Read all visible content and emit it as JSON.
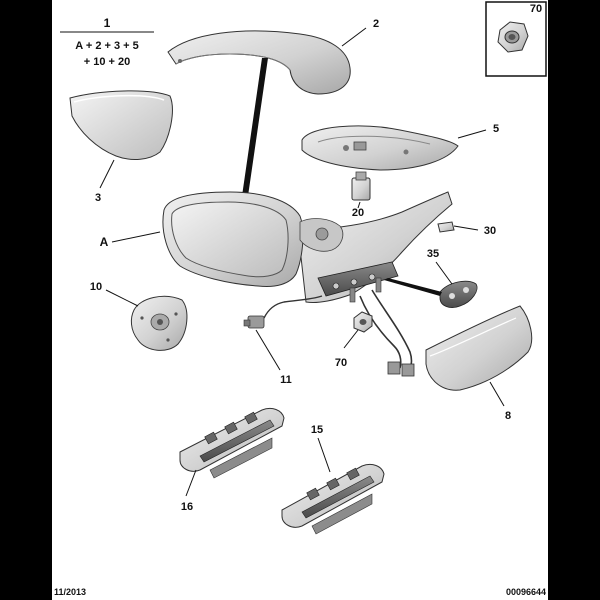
{
  "formula": {
    "ref": "1",
    "line1": "A + 2 + 3 + 5",
    "line2": "+ 10 + 20"
  },
  "callouts": {
    "c2": "2",
    "c3": "3",
    "c5": "5",
    "c20": "20",
    "cA": "A",
    "c30": "30",
    "c35": "35",
    "c10": "10",
    "c70a": "70",
    "c11": "11",
    "c8": "8",
    "c15": "15",
    "c16": "16",
    "c70b": "70"
  },
  "footer": {
    "date": "11/2013",
    "code": "00096644"
  },
  "colors": {
    "part_fill": "#dcdcdc",
    "part_shade": "#b9b9b9",
    "outline": "#333333",
    "background": "#ffffff",
    "frame": "#000000"
  }
}
